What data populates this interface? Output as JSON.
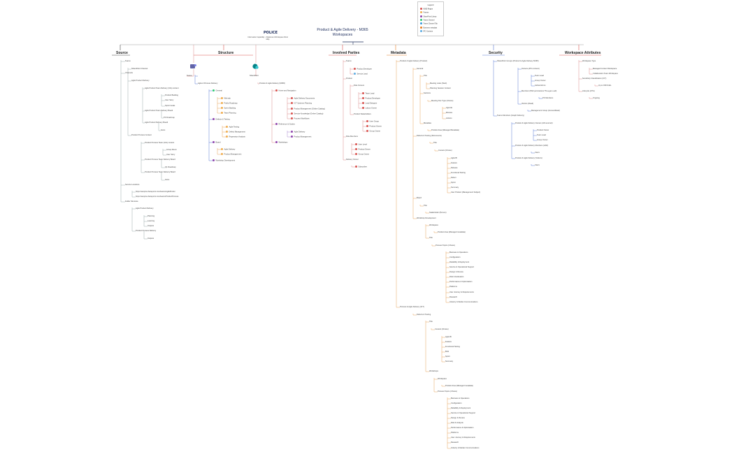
{
  "title": "Product & Agile Delivery - M365 Workspaces",
  "subtitle": "Information Capability - Digital and Workspace Mind Map",
  "logo_text": "POLICE",
  "legend": {
    "title": "Legend",
    "items": [
      {
        "label": "M365 Region",
        "color": "#d9534f"
      },
      {
        "label": "Frames",
        "color": "#f0ad4e"
      },
      {
        "label": "SharePoint Library",
        "color": "#8e44ad"
      },
      {
        "label": "Teams Channel",
        "color": "#2ecc71"
      },
      {
        "label": "Teams Channel Tab",
        "color": "#3498db"
      },
      {
        "label": "Business metadata",
        "color": "#e67e22"
      },
      {
        "label": "IPC Contexts",
        "color": "#5dade2"
      }
    ]
  },
  "branches": {
    "source": "Source",
    "structure": "Structure",
    "involved_parties": "Involved Parties",
    "metadata": "Metadata",
    "security": "Security",
    "workspace_attributes": "Workspace Attributes"
  },
  "nodes": {
    "s1": "Teams",
    "s2": "SharePoint Channel",
    "s3": "Channels",
    "s4": "Agile Product Delivery",
    "s5": "Agile Product Team Delivery (Info) content",
    "s6": "Product Backlog",
    "s7": "User Story",
    "s8": "Sprint Goals",
    "s9": "Agile Product Team Delivery Board",
    "s10": "PO Roadmap",
    "s11": "Agile Product Delivery Board",
    "s12": "Items",
    "s13": "Product Process Content",
    "s14": "Product Process Team (Info) content",
    "s15": "Group Room",
    "s16": "User Story",
    "s17": "Product Process Team Delivery Board",
    "s18": "Q1 Roadmap",
    "s19": "Product Process Team Delivery Board",
    "s20": "Items",
    "s21": "Service Locations",
    "s22": "https://sample.sharepoint.com/teams/AgileProdut",
    "s23": "https://sample.sharepoint.com/teams/ProductProcess",
    "s24": "Folder Structure",
    "s25": "Agile Product Delivery",
    "s26": "Planning",
    "s27": "Learning",
    "s28": "Outputs",
    "s29": "Product Process Delivery",
    "s30": "Outputs",
    "t1": "Teams",
    "t2": "SharePoint",
    "t3": "Agile & Process Delivery",
    "t4": "General",
    "t5": "Wiki tab",
    "t6": "Public Roadmap",
    "t7": "Sprint Backlog",
    "t8": "Team Planning",
    "t9": "Defects & Testing",
    "t10": "Agile Testing",
    "t11": "Defect Management",
    "t12": "Regression Analysis",
    "t13": "Board",
    "t14": "Agile Delivery",
    "t15": "Product Management",
    "t16": "Workshop Development",
    "t17": "Product & Agile Delivery (M365)",
    "t18": "Home and Navigation",
    "t19": "Agile Delivery Documents",
    "t20": "ICT Systems Planning",
    "t21": "Product Management (Online Catalog)",
    "t22": "Service Knowledge (Online Catalog)",
    "t23": "Process Workflows",
    "t24": "Reference & Guides",
    "t25": "Agile Delivery",
    "t26": "Product Management",
    "t27": "Workshops",
    "p1": "Teams",
    "p2": "Product Developer",
    "p3": "Service Lead",
    "p4": "Product",
    "p5": "Role Owners",
    "p6": "Team Lead",
    "p7": "Product Developer",
    "p8": "Lead Designer",
    "p9": "Labour Owner",
    "p10": "Product Stakeholders",
    "p11": "User Group",
    "p12": "Product Owner",
    "p13": "Group Owner",
    "p14": "Role Members",
    "p15": "User Level",
    "p16": "Product Owner",
    "p17": "Group Owner",
    "p18": "Delivery Owner",
    "p19": "Subscriber",
    "m1": "Product & Agile Delivery (Product)",
    "m2": "General",
    "m3": "Title",
    "m4": "Meeting notes (Start)",
    "m5": "Planning Session Content",
    "m6": "Sections",
    "m7": "Meeting Doc Type (Choice)",
    "m8": "Agenda",
    "m9": "Minutes",
    "m10": "Actions",
    "m11": "Metadata",
    "m12": "Product Area (Managed Metadata)",
    "m13": "Defects & Testing (Documents)",
    "m14": "Title",
    "m15": "Content (Choice)",
    "m16": "Agile Bl",
    "m17": "Feature",
    "m18": "Release",
    "m19": "Functional Testing",
    "m20": "Defect",
    "m21": "Sprint",
    "m22": "Summary",
    "m23": "User Product (Management Subject)",
    "m24": "Board",
    "m25": "Title",
    "m26": "Stakeholder (Person)",
    "m27": "Workshop Development",
    "m28": "Workspace",
    "m29": "Product Area (Managed metadata)",
    "m30": "Title",
    "m31": "Process Topics (Choice)",
    "m32": "Business & Operations",
    "m33": "Configuration",
    "m34": "Reliability & Deployment",
    "m35": "Service & Operational Support",
    "m36": "Design & Review",
    "m37": "Risk & Evaluation",
    "m38": "Performance & Optimisation",
    "m39": "Platforms",
    "m40": "User Journey & Requirements",
    "m41": "Research",
    "m42": "Industry & Market Communications",
    "m43": "Process & Agile Delivery (ICT)",
    "m44": "Defects & Testing",
    "m45": "Title",
    "m46": "Content (Choice)",
    "m47": "Agile Bl",
    "m48": "Feature",
    "m49": "Functional Testing",
    "m50": "Bulk",
    "m51": "Sprint",
    "m52": "Summary",
    "m53": "Workshops",
    "m54": "Workspace",
    "m55": "Product Area (Managed metadata)",
    "m56": "Process Topics (Choice)",
    "m57": "Business & Operations",
    "m58": "Configuration",
    "m59": "Reliability & Deployment",
    "m60": "Service & Operational Support",
    "m61": "Design & Review",
    "m62": "Risk & Analysis",
    "m63": "Performance & Optimisation",
    "m64": "Platforms",
    "m65": "User Journey & Requirements",
    "m66": "Research",
    "m67": "Industry & Market Communications",
    "c1": "SharePoint Groups (Product & Agile Delivery M365)",
    "c2": "Owners (ATG content)",
    "c3": "Team Lead",
    "c4": "Group Owner",
    "c5": "Global Admin",
    "c6": "Members (PAD permissions TN-a-gen-s-all)",
    "c7": "PO Members",
    "c8": "Visitors (Read)",
    "c9": "Management Group (Access/Read)",
    "c10": "Teams Members (Graph Delivery)",
    "c11": "Product & Agile Delivery Owners (AD sourced)",
    "c12": "Product Owner",
    "c13": "Team Lead",
    "c14": "Group Owner",
    "c15": "Product & Agile Delivery Members (AAD)",
    "c16": "Users",
    "c17": "Product & Agile Delivery (Visitors)",
    "c18": "Users",
    "w1": "Workspace Type",
    "w2": "Managed Content Workspace",
    "w3": "Collaboration Team Workspace",
    "w4": "Sensitivity Classification (ICT)",
    "w5": "Up to OFFICIAL",
    "w6": "Lifecycle (ATG)",
    "w7": "Ongoing"
  }
}
